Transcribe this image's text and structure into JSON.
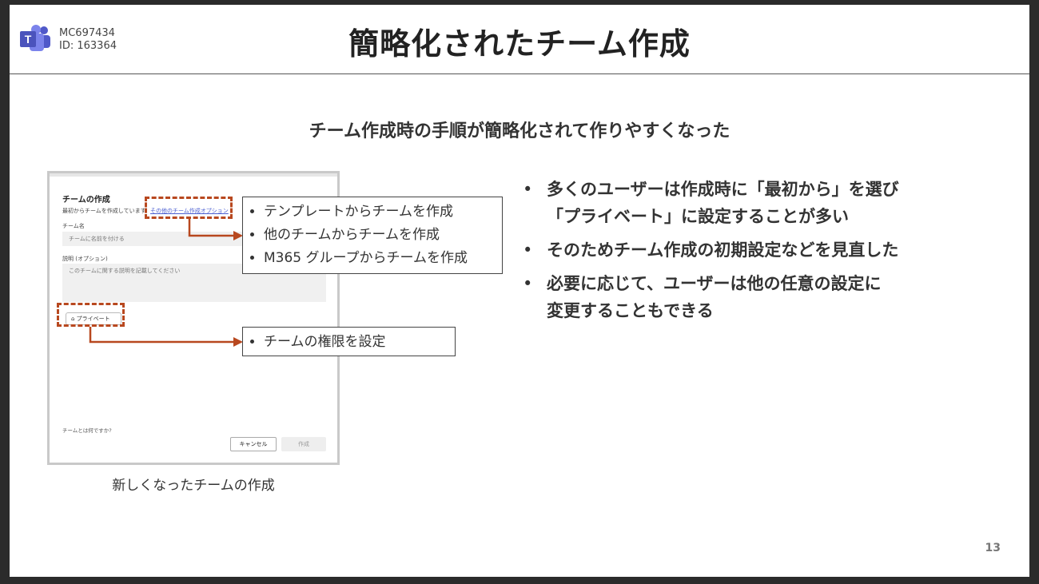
{
  "header": {
    "mc_code": "MC697434",
    "mc_id": "ID: 163364",
    "title": "簡略化されたチーム作成",
    "logo_icon": "teams-logo-icon",
    "brand_color": "#5059c9"
  },
  "subtitle": "チーム作成時の手順が簡略化されて作りやすくなった",
  "dialog": {
    "title": "チームの作成",
    "description_text": "最初からチームを作成しています",
    "other_options_link": "その他のチーム作成オプション",
    "team_name_label": "チーム名",
    "team_name_placeholder": "チームに名前を付ける",
    "description_label": "説明 (オプション)",
    "description_placeholder": "このチームに関する説明を記載してください",
    "privacy_label": "プライベート",
    "faq_link": "チームとは何ですか?",
    "cancel_label": "キャンセル",
    "create_label": "作成"
  },
  "callouts": {
    "options": [
      "テンプレートからチームを作成",
      "他のチームからチームを作成",
      "M365 グループからチームを作成"
    ],
    "privacy": [
      "チームの権限を設定"
    ]
  },
  "caption": "新しくなったチームの作成",
  "bullets": [
    {
      "line1": "多くのユーザーは作成時に「最初から」を選び",
      "line2": "「プライベート」に設定することが多い"
    },
    {
      "line1": "そのためチーム作成の初期設定などを見直した",
      "line2": ""
    },
    {
      "line1": "必要に応じて、ユーザーは他の任意の設定に",
      "line2": "変更することもできる"
    }
  ],
  "page_number": "13",
  "accent_color": "#b8481f"
}
